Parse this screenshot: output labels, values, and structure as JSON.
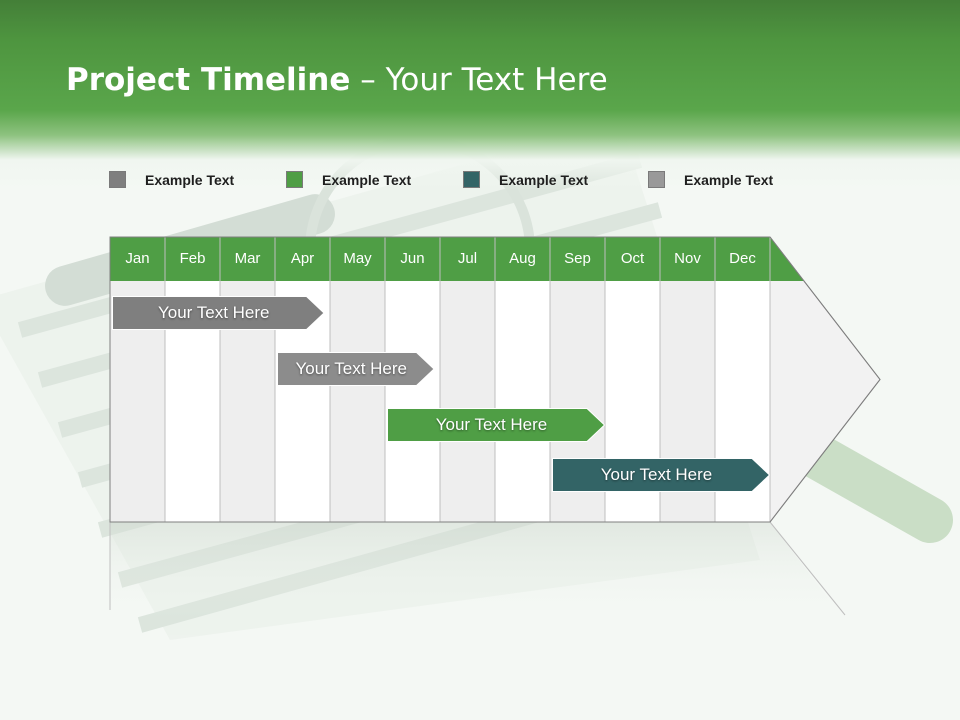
{
  "title": {
    "bold": "Project Timeline",
    "rest": " – Your Text Here"
  },
  "legend": [
    {
      "label": "Example Text",
      "color": "#7f7f7f"
    },
    {
      "label": "Example Text",
      "color": "#4f9e45"
    },
    {
      "label": "Example Text",
      "color": "#336466"
    },
    {
      "label": "Example Text",
      "color": "#999999"
    }
  ],
  "chart_data": {
    "type": "gantt",
    "categories": [
      "Jan",
      "Feb",
      "Mar",
      "Apr",
      "May",
      "Jun",
      "Jul",
      "Aug",
      "Sep",
      "Oct",
      "Nov",
      "Dec"
    ],
    "tasks": [
      {
        "label": "Your  Text Here",
        "start": 0,
        "end": 3.9,
        "color": "#7f7f7f"
      },
      {
        "label": "Your  Text Here",
        "start": 3.0,
        "end": 5.9,
        "color": "#8c8c8c"
      },
      {
        "label": "Your  Text Here",
        "start": 5.0,
        "end": 9.0,
        "color": "#4f9e45"
      },
      {
        "label": "Your  Text Here",
        "start": 8.0,
        "end": 12.0,
        "color": "#336466"
      }
    ]
  },
  "colors": {
    "header": "#4f9e45",
    "stripe": "#eeeeee",
    "grid": "#bfbfbf"
  }
}
